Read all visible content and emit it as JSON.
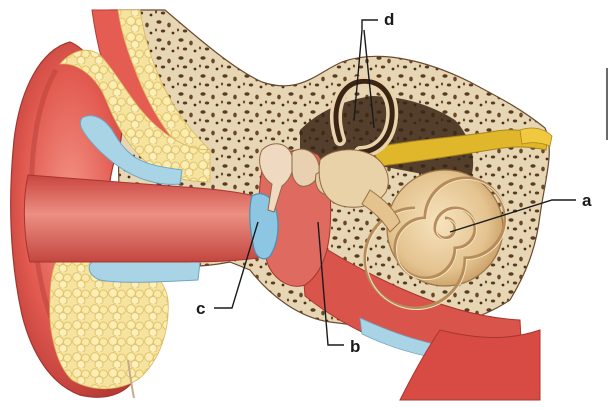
{
  "labels": {
    "a": "a",
    "b": "b",
    "c": "c",
    "d": "d"
  },
  "colors": {
    "skin": "#e25a50",
    "skin_shadow": "#c23c37",
    "skin_light": "#f08a7e",
    "canal": "#e07a6e",
    "fat": "#f3dc8a",
    "bone": "#e7d6b4",
    "bone_pores": "#5a3a22",
    "cartilage": "#a9d4e6",
    "cochlea": "#e6c896",
    "nerve": "#e0b62a",
    "leader_line": "#1a1a1a"
  }
}
